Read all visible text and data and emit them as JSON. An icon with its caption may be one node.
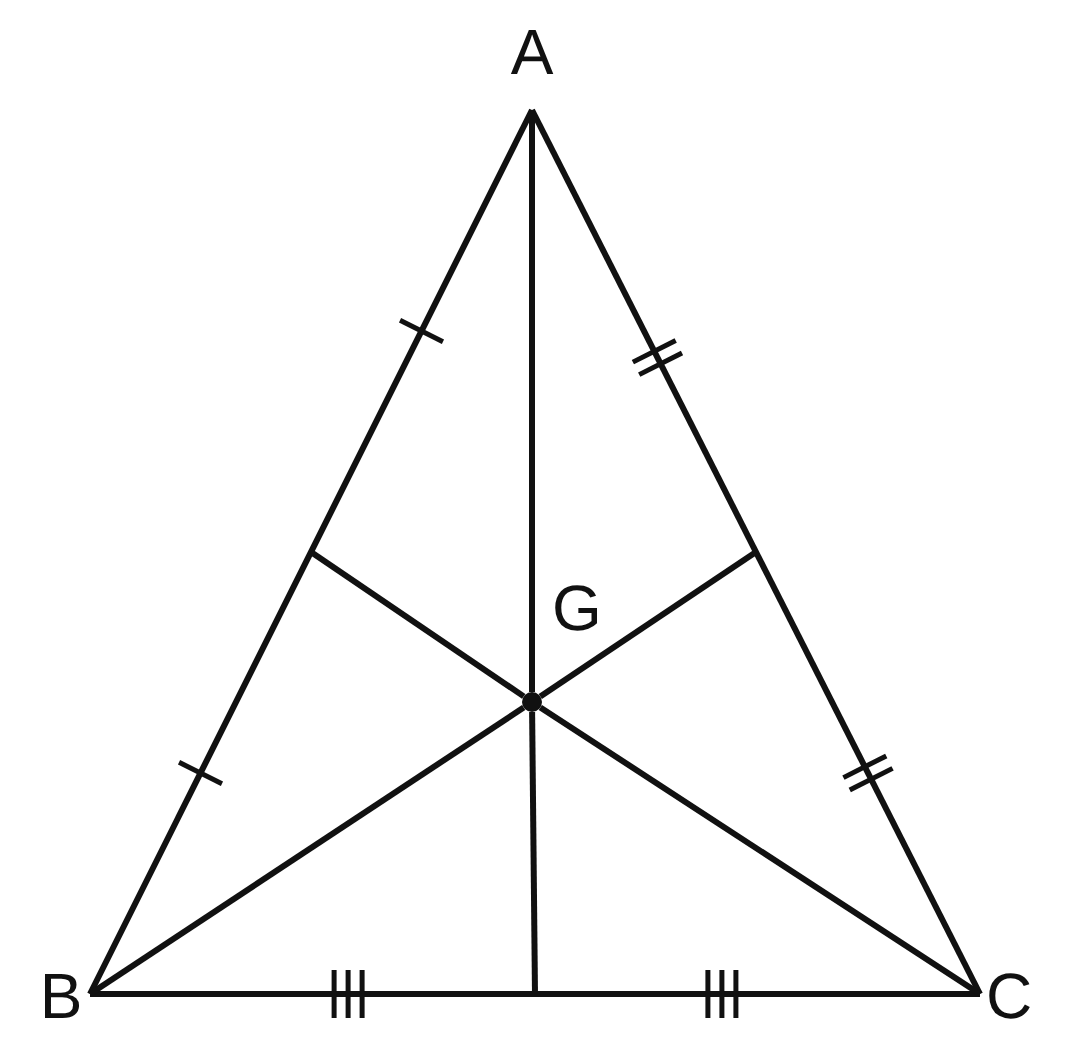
{
  "diagram": {
    "nodes": [
      {
        "text": [
          "A"
        ]
      },
      {
        "text": [
          "B"
        ]
      },
      {
        "text": [
          "C"
        ]
      },
      {
        "text": [],
        "shape": "circle",
        "beside": [
          "G"
        ]
      }
    ],
    "edges": [
      {
        "from": 0,
        "to": 1,
        "arrow": "none"
      },
      {
        "from": 1,
        "to": 2,
        "arrow": "none"
      },
      {
        "from": 2,
        "to": 0,
        "arrow": "none"
      },
      {
        "from": 0,
        "to": 3,
        "arrow": "none"
      },
      {
        "from": 3,
        "to": null,
        "arrow": "none"
      },
      {
        "from": 1,
        "to": 3,
        "arrow": "none"
      },
      {
        "from": 3,
        "to": null,
        "arrow": "none"
      },
      {
        "from": 2,
        "to": 3,
        "arrow": "none"
      },
      {
        "from": 3,
        "to": null,
        "arrow": "none"
      }
    ]
  }
}
